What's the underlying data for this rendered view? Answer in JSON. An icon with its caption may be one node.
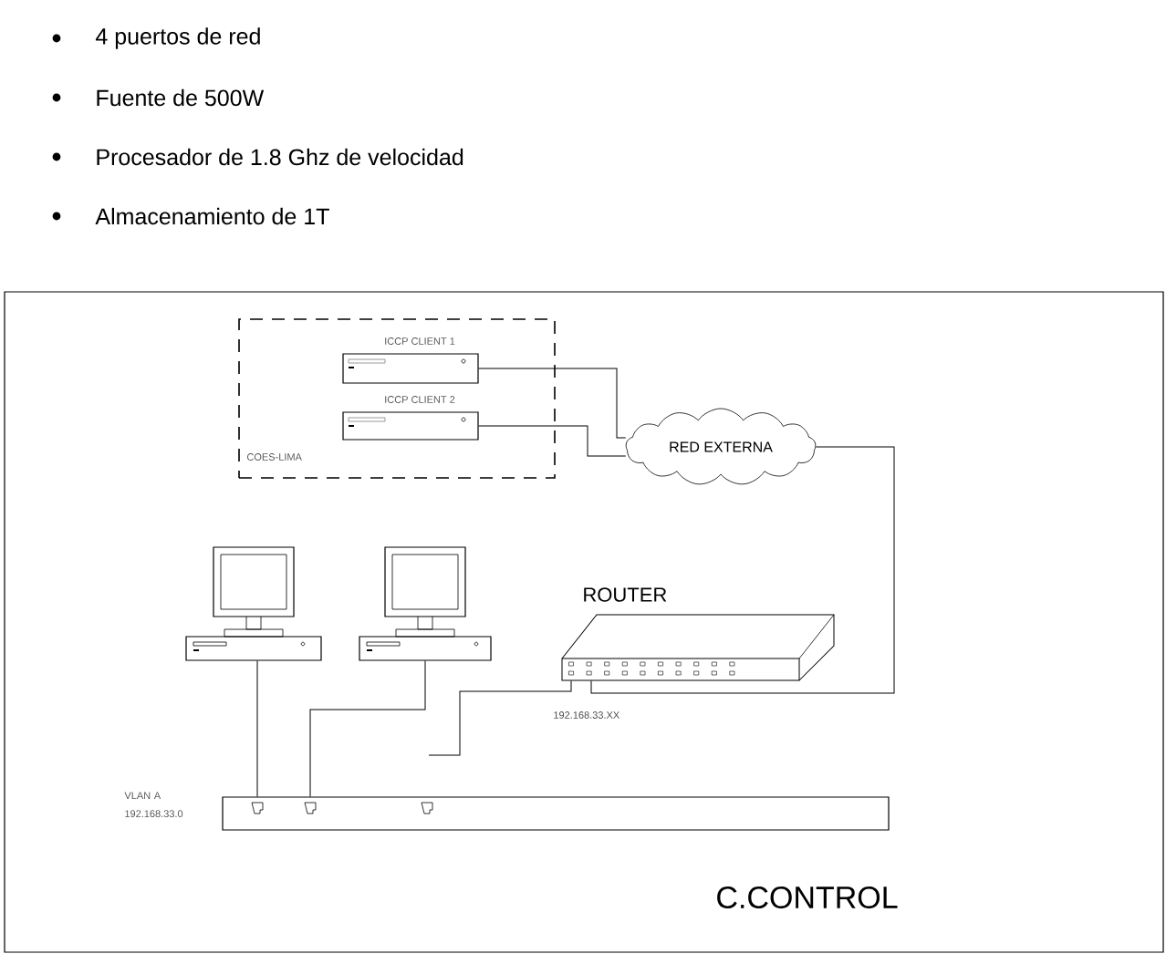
{
  "diagram": {
    "nodes": [
      {
        "text": [
          "C.CONTROL"
        ]
      },
      {
        "text": [
          "COES-LIMA"
        ],
        "in": 0
      },
      {
        "text": [
          "ICCP CLIENT 1"
        ],
        "in": 1
      },
      {
        "text": [
          "ICCP CLIENT 2"
        ],
        "in": 1
      },
      {
        "text": [
          "RED EXTERNA"
        ],
        "in": 0
      },
      {
        "text": [
          "ROUTER"
        ],
        "beside": [
          "192.168.33.XX"
        ],
        "in": 0
      },
      {
        "text": [],
        "shape": "computer",
        "in": 0
      },
      {
        "text": [],
        "shape": "computer",
        "in": 0
      },
      {
        "text": [
          "VLAN A 192.168.33.0"
        ],
        "in": 0
      }
    ],
    "edges": [
      {
        "from": 2,
        "to": 4,
        "arrow": "none"
      },
      {
        "from": 3,
        "to": 4,
        "arrow": "none"
      },
      {
        "from": 4,
        "to": 5,
        "arrow": "none"
      },
      {
        "from": 6,
        "to": 8,
        "arrow": "none"
      },
      {
        "from": 7,
        "to": 8,
        "arrow": "none"
      },
      {
        "from": 5,
        "to": null,
        "arrow": "none"
      }
    ],
    "labels": [
      "4 puertos de red",
      "Fuente de 500W",
      "Procesador de 1.8 Ghz de velocidad",
      "Almacenamiento de 1T"
    ]
  }
}
